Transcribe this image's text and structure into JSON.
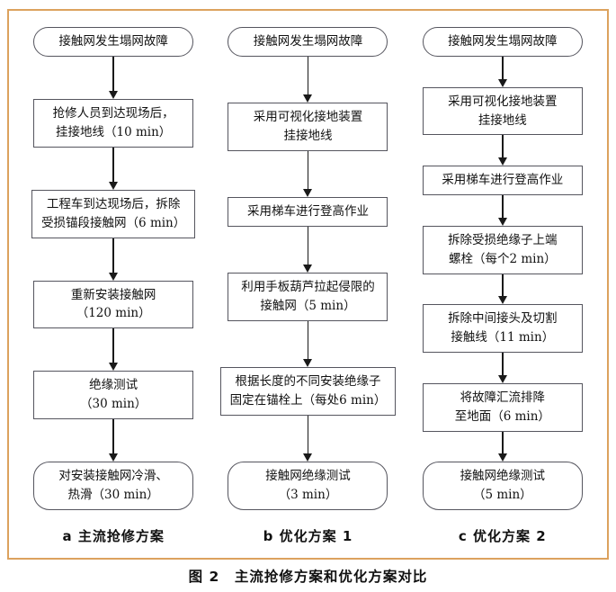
{
  "colors": {
    "frame_border": "#DCA25E",
    "node_border": "#55555e",
    "arrow": "#1a1a1a"
  },
  "figure": {
    "caption": "图 2　主流抢修方案和优化方案对比"
  },
  "flowchart": {
    "columns": [
      {
        "label": "a 主流抢修方案",
        "nodes": [
          {
            "shape": "rounded",
            "lines": [
              "接触网发生塌网故障"
            ]
          },
          {
            "shape": "rect",
            "lines": [
              "抢修人员到达现场后，",
              "挂接地线（10 min）"
            ]
          },
          {
            "shape": "rect",
            "lines": [
              "工程车到达现场后，拆除",
              "受损锚段接触网（6 min）"
            ]
          },
          {
            "shape": "rect",
            "lines": [
              "重新安装接触网",
              "（120 min）"
            ]
          },
          {
            "shape": "rect",
            "lines": [
              "绝缘测试",
              "（30 min）"
            ]
          },
          {
            "shape": "rounded",
            "lines": [
              "对安装接触网冷滑、",
              "热滑（30 min）"
            ]
          }
        ]
      },
      {
        "label": "b 优化方案 1",
        "nodes": [
          {
            "shape": "rounded",
            "lines": [
              "接触网发生塌网故障"
            ]
          },
          {
            "shape": "rect",
            "lines": [
              "采用可视化接地装置",
              "挂接地线"
            ]
          },
          {
            "shape": "rect",
            "lines": [
              "采用梯车进行登高作业"
            ]
          },
          {
            "shape": "rect",
            "lines": [
              "利用手板葫芦拉起侵限的",
              "接触网（5 min）"
            ]
          },
          {
            "shape": "rect",
            "lines": [
              "根据长度的不同安装绝缘子",
              "固定在锚栓上（每处6 min）"
            ]
          },
          {
            "shape": "rounded",
            "lines": [
              "接触网绝缘测试",
              "（3 min）"
            ]
          }
        ]
      },
      {
        "label": "c 优化方案 2",
        "nodes": [
          {
            "shape": "rounded",
            "lines": [
              "接触网发生塌网故障"
            ]
          },
          {
            "shape": "rect",
            "lines": [
              "采用可视化接地装置",
              "挂接地线"
            ]
          },
          {
            "shape": "rect",
            "lines": [
              "采用梯车进行登高作业"
            ]
          },
          {
            "shape": "rect",
            "lines": [
              "拆除受损绝缘子上端",
              "螺栓（每个2 min）"
            ]
          },
          {
            "shape": "rect",
            "lines": [
              "拆除中间接头及切割",
              "接触线（11 min）"
            ]
          },
          {
            "shape": "rect",
            "lines": [
              "将故障汇流排降",
              "至地面（6 min）"
            ]
          },
          {
            "shape": "rounded",
            "lines": [
              "接触网绝缘测试",
              "（5 min）"
            ]
          }
        ]
      }
    ]
  }
}
